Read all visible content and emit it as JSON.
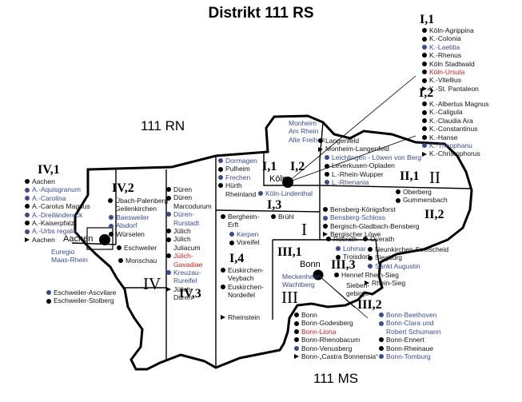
{
  "title": "Distrikt 111 RS",
  "neighbors": {
    "north": "111 RN",
    "south": "111 MS"
  },
  "colors": {
    "dot": "#000000",
    "blue_label": "#3a4a93",
    "red_label": "#d01c1c"
  },
  "centers": {
    "koeln": "Köln",
    "aachen": "Aachen",
    "bonn": "Bonn"
  },
  "zones": {
    "I": "I",
    "II": "II",
    "III": "III",
    "IV": "IV",
    "I1": "I,1",
    "I2": "I,2",
    "I3": "I,3",
    "I4": "I,4",
    "II1": "II,1",
    "II2": "II,2",
    "III1": "III,1",
    "III2": "III,2",
    "III3": "III,3",
    "IV1": "IV,1",
    "IV2": "IV,2",
    "IV3": "IV,3"
  },
  "clubs": {
    "I1": [
      {
        "name": "Köln-Agrippina",
        "marker": "black",
        "color": "black"
      },
      {
        "name": "K.-Colonia",
        "marker": "black",
        "color": "black"
      },
      {
        "name": "K.-Laetitia",
        "marker": "blue",
        "color": "blue"
      },
      {
        "name": "K.-Rhenus",
        "marker": "black",
        "color": "black"
      },
      {
        "name": "Köln Stadtwald",
        "marker": "black",
        "color": "black"
      },
      {
        "name": "Köln-Ursula",
        "marker": "red",
        "color": "red"
      },
      {
        "name": "K.-Vitellius",
        "marker": "black",
        "color": "black"
      },
      {
        "name": "K.-St. Pantaleon",
        "marker": "tri",
        "color": "black"
      }
    ],
    "I2": [
      {
        "name": "K.-Albertus Magnus",
        "marker": "black",
        "color": "black"
      },
      {
        "name": "K.-Caligula",
        "marker": "black",
        "color": "black"
      },
      {
        "name": "K.-Claudia Ara",
        "marker": "black",
        "color": "black"
      },
      {
        "name": "K.-Constantinus",
        "marker": "black",
        "color": "black"
      },
      {
        "name": "K.-Hanse",
        "marker": "black",
        "color": "black"
      },
      {
        "name": "K.-Theophanu",
        "marker": "blue",
        "color": "blue"
      },
      {
        "name": "K.-Christophorus",
        "marker": "tri",
        "color": "black"
      }
    ],
    "IV1": [
      {
        "name": "Aachen",
        "marker": "black",
        "color": "black"
      },
      {
        "name": "A.-Aquisgranum",
        "marker": "blue",
        "color": "blue"
      },
      {
        "name": "A.-Carolina",
        "marker": "blue",
        "color": "blue"
      },
      {
        "name": "A.-Carolus Magnus",
        "marker": "black",
        "color": "black"
      },
      {
        "name": "A.-Dreiländereck",
        "marker": "blue",
        "color": "blue"
      },
      {
        "name": "A.-Kaiserpfalz",
        "marker": "black",
        "color": "black"
      },
      {
        "name": "A.-Urbs regalis",
        "marker": "blue",
        "color": "blue"
      },
      {
        "name": "Aachen",
        "marker": "tri",
        "color": "black"
      }
    ],
    "IV2a": [
      {
        "name": "Übach-Palenberg",
        "marker": "black",
        "color": "black"
      },
      {
        "name": "Geilenkirchen",
        "marker": "none",
        "color": "black"
      }
    ],
    "IV2b": [
      {
        "name": "Baesweiler",
        "marker": "blue",
        "color": "blue"
      },
      {
        "name": "Alsdorf",
        "marker": "blue",
        "color": "blue"
      },
      {
        "name": "Würselen",
        "marker": "black",
        "color": "black"
      }
    ],
    "euregio": [
      {
        "name": "Euregio",
        "marker": "none",
        "color": "blue"
      },
      {
        "name": "Maas-Rhein",
        "marker": "none",
        "color": "blue"
      }
    ],
    "eschweiler": [
      {
        "name": "Eschweiler",
        "marker": "black",
        "color": "black"
      }
    ],
    "monschau": [
      {
        "name": "Monschau",
        "marker": "black",
        "color": "black"
      }
    ],
    "eschweiler2": [
      {
        "name": "Eschweiler-Ascvilare",
        "marker": "blue",
        "color": "black"
      },
      {
        "name": "Eschweiler-Stolberg",
        "marker": "black",
        "color": "black"
      }
    ],
    "IV3": [
      {
        "name": "Düren",
        "marker": "black",
        "color": "black"
      },
      {
        "name": "Düren",
        "marker": "black",
        "color": "black"
      },
      {
        "name": "Marcodurum",
        "marker": "none",
        "color": "black"
      },
      {
        "name": "Düren-",
        "marker": "blue",
        "color": "blue"
      },
      {
        "name": "Rurstadt",
        "marker": "none",
        "color": "blue"
      },
      {
        "name": "Jülich",
        "marker": "black",
        "color": "black"
      },
      {
        "name": "Jülich",
        "marker": "black",
        "color": "black"
      },
      {
        "name": "Juliacum",
        "marker": "none",
        "color": "black"
      },
      {
        "name": "Jülich-",
        "marker": "red",
        "color": "red"
      },
      {
        "name": "Gavadiae",
        "marker": "none",
        "color": "red"
      },
      {
        "name": "Kreuzau-",
        "marker": "blue",
        "color": "blue"
      },
      {
        "name": "Rureifel",
        "marker": "none",
        "color": "blue"
      },
      {
        "name": "Jülich-",
        "marker": "tri",
        "color": "black"
      },
      {
        "name": "Düren",
        "marker": "none",
        "color": "black"
      }
    ],
    "dormagen": [
      {
        "name": "Dormagen",
        "marker": "blue",
        "color": "blue"
      },
      {
        "name": "Pulheim",
        "marker": "black",
        "color": "black"
      },
      {
        "name": "Frechen",
        "marker": "blue",
        "color": "blue"
      },
      {
        "name": "Hürth",
        "marker": "black",
        "color": "black"
      },
      {
        "name": "Rheinland",
        "marker": "none",
        "color": "black"
      }
    ],
    "monheim": [
      {
        "name": "Monheim",
        "marker": "none",
        "color": "blue"
      },
      {
        "name": "Am Rhein -",
        "marker": "none",
        "color": "blue"
      },
      {
        "name": "Alte Freiheit",
        "marker": "none",
        "color": "blue"
      }
    ],
    "langenfeld": [
      {
        "name": "Langenfeld",
        "marker": "black",
        "color": "black"
      },
      {
        "name": "Monheim-Langenfeld",
        "marker": "tri",
        "color": "black"
      }
    ],
    "II1": [
      {
        "name": "Leichlingen - Löwen von Berg",
        "marker": "blue",
        "color": "blue"
      },
      {
        "name": "Leverkusen-Opladen",
        "marker": "black",
        "color": "black"
      },
      {
        "name": "L.-Rhein-Wupper",
        "marker": "black",
        "color": "black"
      },
      {
        "name": "L.-Rhenania",
        "marker": "blue",
        "color": "blue"
      }
    ],
    "oberberg": [
      {
        "name": "Oberberg",
        "marker": "black",
        "color": "black"
      },
      {
        "name": "Gummersbach",
        "marker": "black",
        "color": "black"
      }
    ],
    "lindenthal": [
      {
        "name": "Köln-Lindenthal",
        "marker": "blue",
        "color": "blue"
      }
    ],
    "I4top": [
      {
        "name": "Bergheim-",
        "marker": "black",
        "color": "black"
      },
      {
        "name": "Erft",
        "marker": "none",
        "color": "black"
      }
    ],
    "bruehl": [
      {
        "name": "Brühl",
        "marker": "black",
        "color": "black"
      }
    ],
    "kerpen": [
      {
        "name": "Kerpen",
        "marker": "blue",
        "color": "blue"
      },
      {
        "name": "Voreifel",
        "marker": "black",
        "color": "black"
      }
    ],
    "I4": [
      {
        "name": "Euskirchen-",
        "marker": "black",
        "color": "black"
      },
      {
        "name": "Veybach",
        "marker": "none",
        "color": "black"
      },
      {
        "name": "Euskirchen-",
        "marker": "black",
        "color": "black"
      },
      {
        "name": "Nordeifel",
        "marker": "none",
        "color": "black"
      }
    ],
    "rheinstein": [
      {
        "name": "Rheinstein",
        "marker": "tri",
        "color": "black"
      }
    ],
    "II2": [
      {
        "name": "Bensberg-Königsforst",
        "marker": "black",
        "color": "black"
      },
      {
        "name": "Bensberg-Schloss",
        "marker": "blue",
        "color": "blue"
      },
      {
        "name": "Bergisch-Gladbach-Bensberg",
        "marker": "black",
        "color": "black"
      },
      {
        "name": "Bergischer Löwe",
        "marker": "tri",
        "color": "black"
      }
    ],
    "roesrath": [
      {
        "name": "Rösrath",
        "marker": "black",
        "color": "black"
      }
    ],
    "overath": [
      {
        "name": "Overath",
        "marker": "black",
        "color": "black"
      }
    ],
    "lohmar": [
      {
        "name": "Lohmar",
        "marker": "blue",
        "color": "blue"
      },
      {
        "name": "Troisdorf",
        "marker": "black",
        "color": "black"
      }
    ],
    "III3": [
      {
        "name": "Neunkirchen-Seelscheid",
        "marker": "black",
        "color": "black"
      },
      {
        "name": "Siegburg",
        "marker": "black",
        "color": "black"
      },
      {
        "name": "Sankt Augustin",
        "marker": "blue",
        "color": "blue"
      }
    ],
    "meckenheim": [
      {
        "name": "Meckenheim-",
        "marker": "none",
        "color": "blue"
      },
      {
        "name": "Wachtberg",
        "marker": "none",
        "color": "blue"
      }
    ],
    "hennef": [
      {
        "name": "Hennef Rhein-Sieg",
        "marker": "black",
        "color": "black"
      }
    ],
    "rheinsieg": [
      {
        "name": "Rhein-Sieg",
        "marker": "tri",
        "color": "black"
      }
    ],
    "siebengebirge": [
      {
        "name": "Sieben-",
        "marker": "none",
        "color": "black"
      },
      {
        "name": "gebirge",
        "marker": "none",
        "color": "black"
      }
    ],
    "bonnleft": [
      {
        "name": "Bonn",
        "marker": "black",
        "color": "black"
      },
      {
        "name": "Bonn-Godesberg",
        "marker": "black",
        "color": "black"
      },
      {
        "name": "Bonn-Liona",
        "marker": "red",
        "color": "red"
      },
      {
        "name": "Bonn-Rhenobacum",
        "marker": "black",
        "color": "black"
      },
      {
        "name": "Bonn-Venusberg",
        "marker": "blue",
        "color": "black"
      },
      {
        "name": "Bonn-„Castra Bonnensia“",
        "marker": "tri",
        "color": "black"
      }
    ],
    "III2": [
      {
        "name": "Bonn-Beethoven",
        "marker": "blue",
        "color": "blue"
      },
      {
        "name": "Bonn-Clara und",
        "marker": "blue",
        "color": "blue"
      },
      {
        "name": "Robert Schumann",
        "marker": "none",
        "color": "blue"
      },
      {
        "name": "Bonn-Ennert",
        "marker": "black",
        "color": "black"
      },
      {
        "name": "Bonn-Rheinaue",
        "marker": "black",
        "color": "black"
      },
      {
        "name": "Bonn-Tomburg",
        "marker": "blue",
        "color": "blue"
      }
    ]
  }
}
